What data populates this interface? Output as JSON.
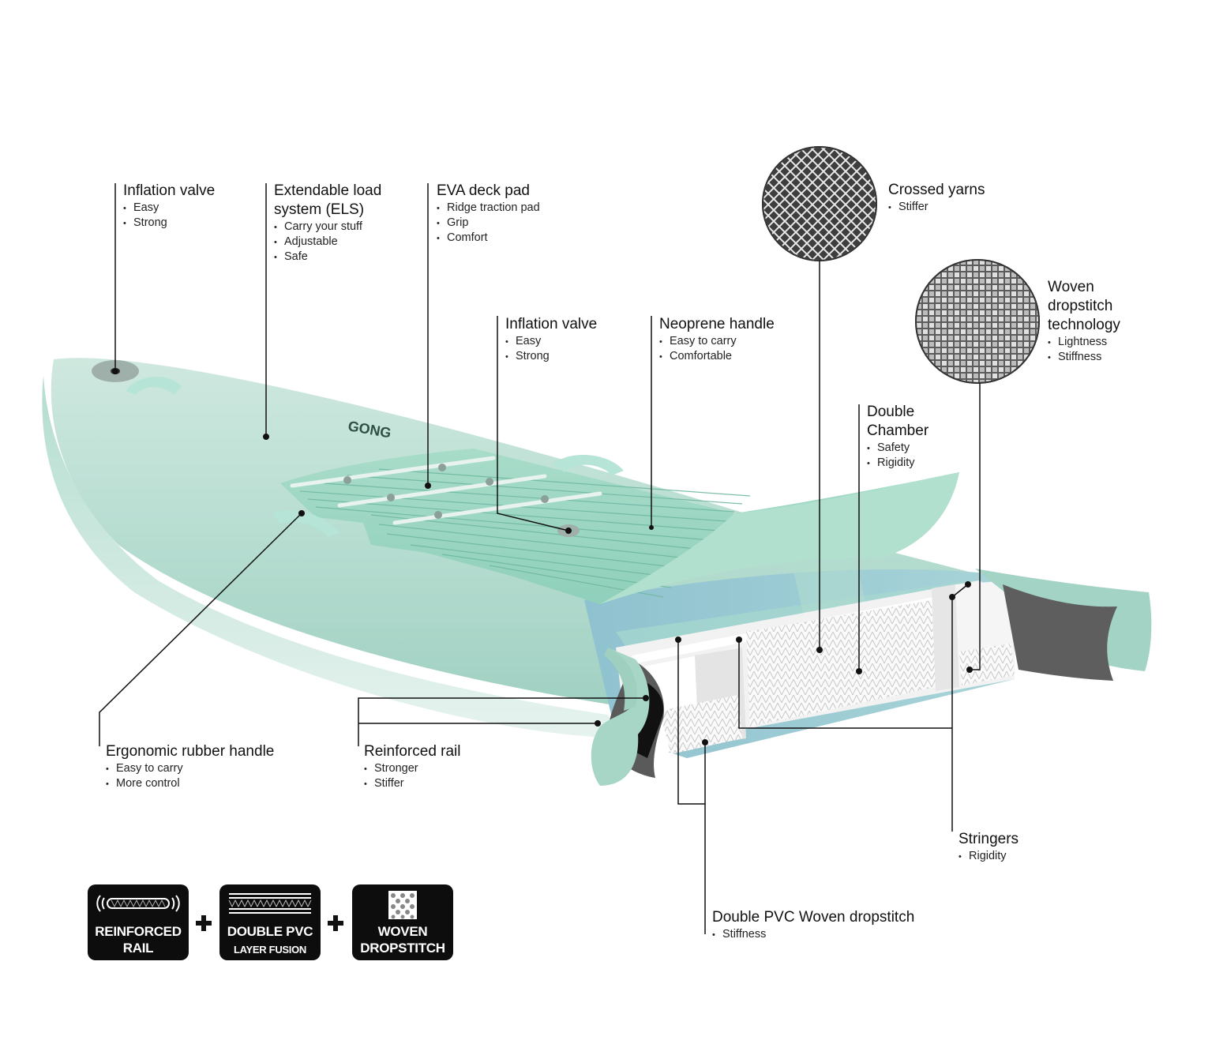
{
  "brand": "GONG",
  "accent_color": "#a9dccc",
  "callouts": [
    {
      "id": "inflation-valve-1",
      "title": "Inflation valve",
      "bullets": [
        "Easy",
        "Strong"
      ]
    },
    {
      "id": "els",
      "title": "Extendable load system (ELS)",
      "bullets": [
        "Carry your stuff",
        "Adjustable",
        "Safe"
      ]
    },
    {
      "id": "eva-deck-pad",
      "title": "EVA deck pad",
      "bullets": [
        "Ridge traction pad",
        "Grip",
        "Comfort"
      ]
    },
    {
      "id": "inflation-valve-2",
      "title": "Inflation valve",
      "bullets": [
        "Easy",
        "Strong"
      ]
    },
    {
      "id": "neoprene-handle",
      "title": "Neoprene handle",
      "bullets": [
        "Easy to carry",
        "Comfortable"
      ]
    },
    {
      "id": "crossed-yarns",
      "title": "Crossed yarns",
      "bullets": [
        "Stiffer"
      ]
    },
    {
      "id": "woven-dropstitch",
      "title": "Woven dropstitch technology",
      "bullets": [
        "Lightness",
        "Stiffness"
      ]
    },
    {
      "id": "double-chamber",
      "title": "Double Chamber",
      "bullets": [
        "Safety",
        "Rigidity"
      ]
    },
    {
      "id": "ergonomic-handle",
      "title": "Ergonomic rubber handle",
      "bullets": [
        "Easy to carry",
        "More control"
      ]
    },
    {
      "id": "reinforced-rail",
      "title": "Reinforced rail",
      "bullets": [
        "Stronger",
        "Stiffer"
      ]
    },
    {
      "id": "stringers",
      "title": "Stringers",
      "bullets": [
        "Rigidity"
      ]
    },
    {
      "id": "double-pvc",
      "title": "Double PVC Woven dropstitch",
      "bullets": [
        "Stiffness"
      ]
    }
  ],
  "badges": [
    {
      "line1": "REINFORCED",
      "line2": "RAIL",
      "icon": "rail-icon"
    },
    {
      "line1": "DOUBLE PVC",
      "line2": "LAYER FUSION",
      "icon": "layers-icon"
    },
    {
      "line1": "WOVEN",
      "line2": "DROPSTITCH",
      "icon": "mesh-icon"
    }
  ]
}
